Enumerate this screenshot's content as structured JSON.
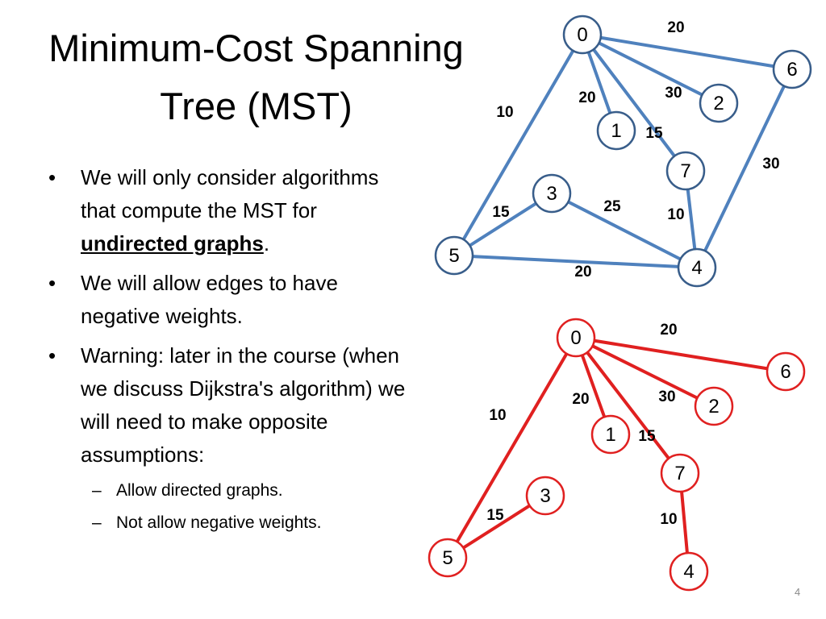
{
  "slide": {
    "title": "Minimum-Cost Spanning Tree (MST)",
    "slide_number": "4"
  },
  "bullets": [
    {
      "parts": [
        "We will only consider algorithms that compute the MST for ",
        "undirected graphs",
        "."
      ]
    },
    {
      "text": "We will allow edges to have negative weights."
    },
    {
      "text": "Warning: later in the course (when we discuss Dijkstra's algorithm) we will need to make opposite assumptions:",
      "sub": [
        "Allow directed graphs.",
        "Not allow negative weights."
      ]
    }
  ],
  "colors": {
    "graph_edge": "#4f81bd",
    "graph_node": "#385d8a",
    "mst": "#e02020"
  },
  "graph": {
    "nodes": [
      "0",
      "1",
      "2",
      "3",
      "4",
      "5",
      "6",
      "7"
    ],
    "edges": [
      {
        "from": "0",
        "to": "6",
        "weight": "20"
      },
      {
        "from": "0",
        "to": "2",
        "weight": "30"
      },
      {
        "from": "0",
        "to": "1",
        "weight": "20"
      },
      {
        "from": "0",
        "to": "7",
        "weight": "15"
      },
      {
        "from": "0",
        "to": "5",
        "weight": "10"
      },
      {
        "from": "6",
        "to": "4",
        "weight": "30"
      },
      {
        "from": "7",
        "to": "4",
        "weight": "10"
      },
      {
        "from": "3",
        "to": "5",
        "weight": "15"
      },
      {
        "from": "3",
        "to": "4",
        "weight": "25"
      },
      {
        "from": "5",
        "to": "4",
        "weight": "20"
      }
    ]
  },
  "mst": {
    "nodes": [
      "0",
      "1",
      "2",
      "3",
      "4",
      "5",
      "6",
      "7"
    ],
    "edges": [
      {
        "from": "0",
        "to": "6",
        "weight": "20"
      },
      {
        "from": "0",
        "to": "2",
        "weight": "30"
      },
      {
        "from": "0",
        "to": "1",
        "weight": "20"
      },
      {
        "from": "0",
        "to": "7",
        "weight": "15"
      },
      {
        "from": "0",
        "to": "5",
        "weight": "10"
      },
      {
        "from": "7",
        "to": "4",
        "weight": "10"
      },
      {
        "from": "3",
        "to": "5",
        "weight": "15"
      }
    ]
  }
}
